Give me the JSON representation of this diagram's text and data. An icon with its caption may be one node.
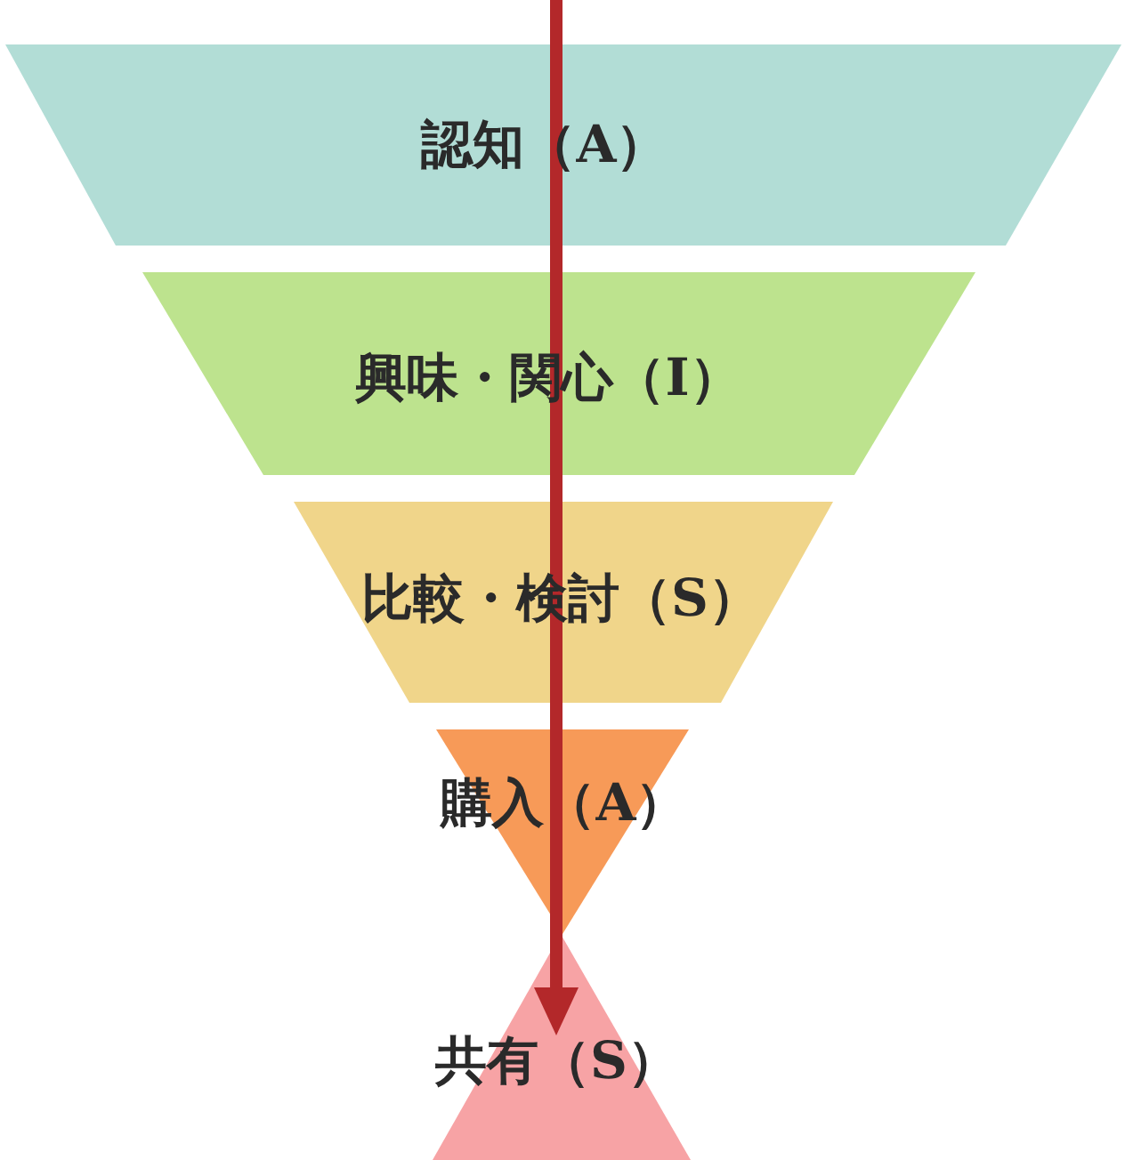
{
  "diagram": {
    "nodes": [
      {
        "text": [
          "認知（A）"
        ]
      },
      {
        "text": [
          "興味・関心（I）"
        ]
      },
      {
        "text": [
          "比較・検討（S）"
        ]
      },
      {
        "text": [
          "購入（A）"
        ]
      },
      {
        "text": [
          "共有（S）"
        ]
      }
    ]
  }
}
